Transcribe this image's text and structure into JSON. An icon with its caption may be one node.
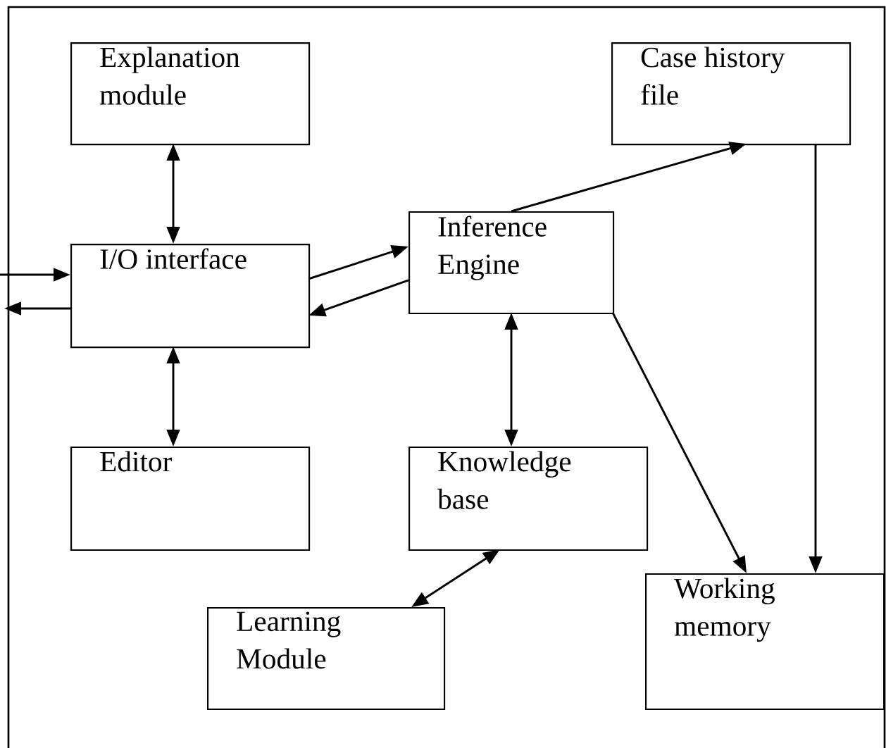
{
  "diagram": {
    "nodes": [
      {
        "text": [
          "Explanation module"
        ]
      },
      {
        "text": [
          "Case history file"
        ]
      },
      {
        "text": [
          "I/O interface"
        ]
      },
      {
        "text": [
          "Inference Engine"
        ]
      },
      {
        "text": [
          "Editor"
        ]
      },
      {
        "text": [
          "Knowledge base"
        ]
      },
      {
        "text": [
          "Learning Module"
        ]
      },
      {
        "text": [
          "Working memory"
        ]
      }
    ],
    "edges": [
      {
        "from": 0,
        "to": 2,
        "arrow": "both"
      },
      {
        "from": null,
        "to": 2,
        "arrow": "to"
      },
      {
        "from": 2,
        "to": null,
        "arrow": "to"
      },
      {
        "from": 2,
        "to": 3,
        "arrow": "to"
      },
      {
        "from": 3,
        "to": 2,
        "arrow": "to"
      },
      {
        "from": 2,
        "to": 4,
        "arrow": "both"
      },
      {
        "from": 3,
        "to": 1,
        "arrow": "to"
      },
      {
        "from": 3,
        "to": 5,
        "arrow": "both"
      },
      {
        "from": 5,
        "to": 6,
        "arrow": "both"
      },
      {
        "from": 3,
        "to": 7,
        "arrow": "to"
      },
      {
        "from": 1,
        "to": 7,
        "arrow": "to"
      }
    ]
  }
}
